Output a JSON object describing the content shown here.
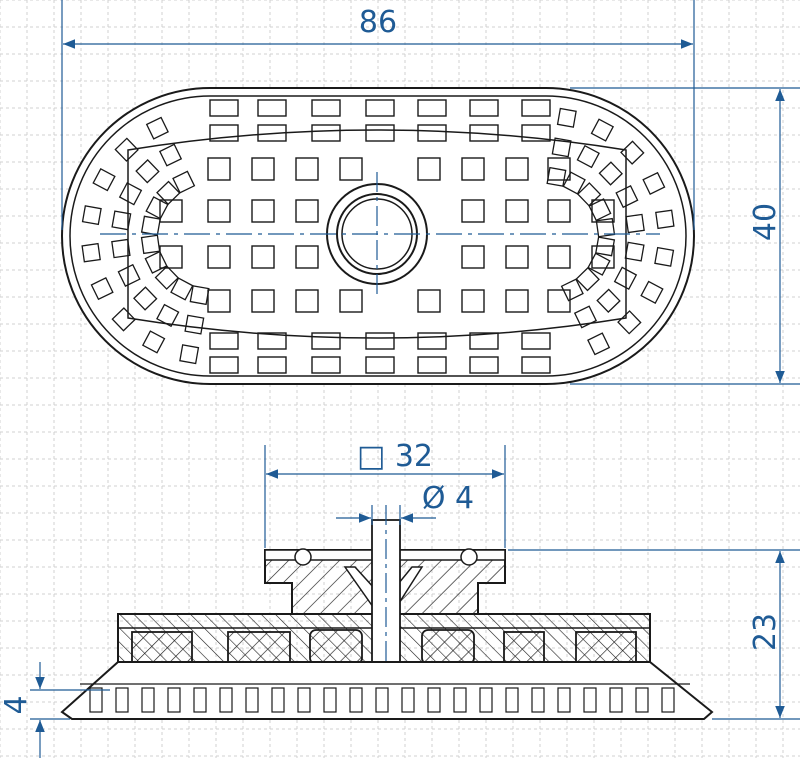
{
  "dimensions": {
    "width_top": "86",
    "height_top": "40",
    "square": "□ 32",
    "bore": "Ø 4",
    "height_side": "23",
    "lip": "4"
  },
  "colors": {
    "line": "#1a1a1a",
    "dimension": "#1f5b95",
    "grid": "#d0d0d0",
    "background": "#ffffff"
  }
}
